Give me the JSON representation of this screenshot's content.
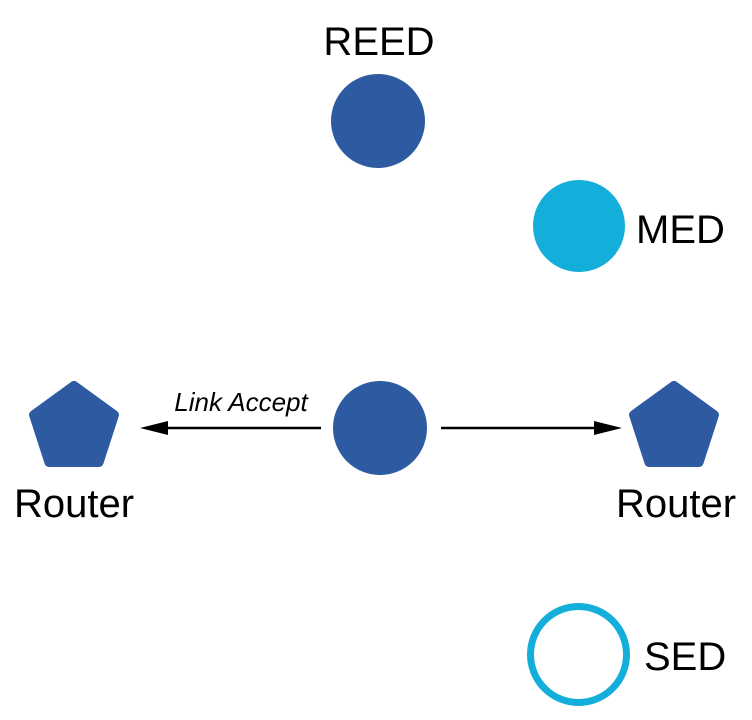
{
  "colors": {
    "background": "#ffffff",
    "node_blue": "#2d5aa0",
    "node_cyan": "#14aedb",
    "line_black": "#000000",
    "text_black": "#000000"
  },
  "nodes": {
    "reed": {
      "label": "REED",
      "shape": "filled-circle",
      "color": "#2d5aa0"
    },
    "med": {
      "label": "MED",
      "shape": "filled-circle",
      "color": "#14aedb"
    },
    "router_left": {
      "label": "Router",
      "shape": "pentagon",
      "color": "#2d5aa0"
    },
    "router_right": {
      "label": "Router",
      "shape": "pentagon",
      "color": "#2d5aa0"
    },
    "sed": {
      "label": "SED",
      "shape": "outlined-circle",
      "color": "#14aedb"
    }
  },
  "edges": {
    "link_accept": {
      "label": "Link Accept",
      "direction": "center-to-left-router"
    }
  }
}
